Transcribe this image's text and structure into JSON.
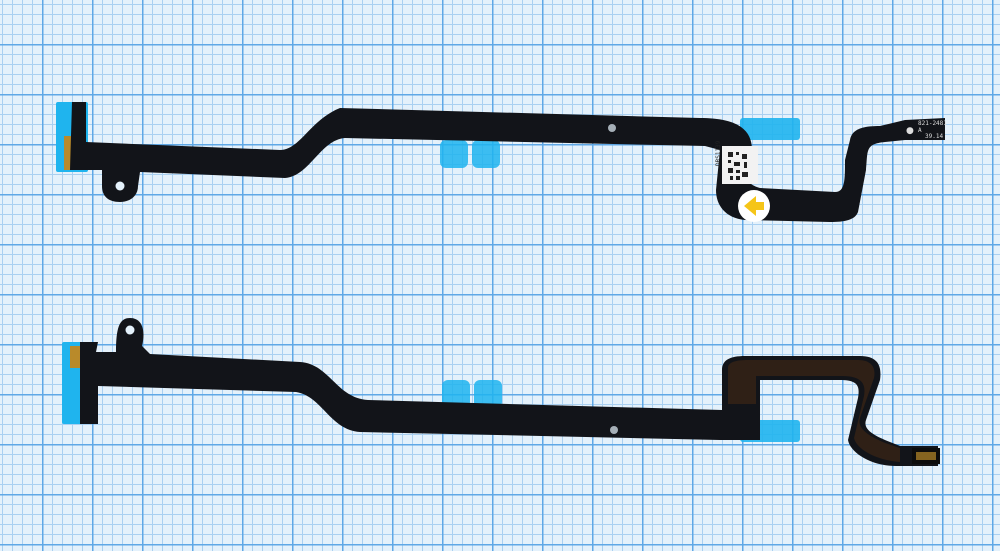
{
  "scene": {
    "title": "",
    "grid_color": "#5fa8e6",
    "background_color": "#e4f1fb",
    "cable_color": "#121419",
    "tab_color": "#1fb4ee"
  },
  "upper_cable": {
    "part_number": "821-2481",
    "revision": "A",
    "code": "39.14",
    "qr_label": "DRS1139"
  },
  "lower_cable": {}
}
